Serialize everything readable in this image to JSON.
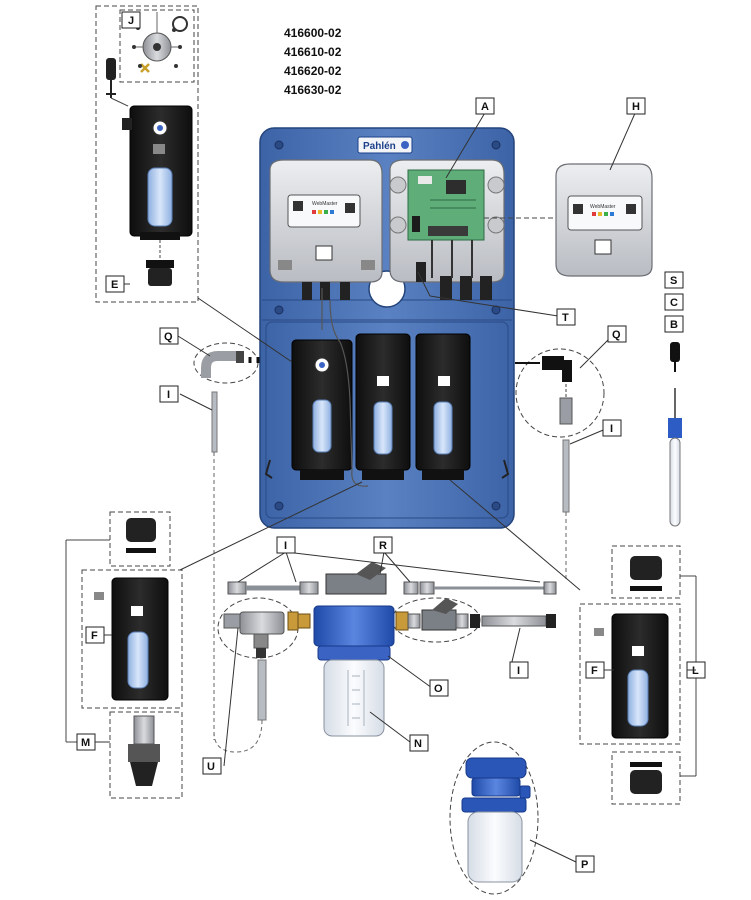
{
  "part_numbers": [
    "416600-02",
    "416610-02",
    "416620-02",
    "416630-02"
  ],
  "brand": "Pahlén",
  "callouts": {
    "A": "A",
    "B": "B",
    "C": "C",
    "E": "E",
    "F": "F",
    "H": "H",
    "I": "I",
    "J": "J",
    "L": "L",
    "M": "M",
    "N": "N",
    "O": "O",
    "P": "P",
    "Q": "Q",
    "R": "R",
    "S": "S",
    "T": "T",
    "U": "U"
  },
  "colors": {
    "panel_blue": "#4f78b8",
    "panel_dark": "#2d4f8f",
    "housing_grey": "#d4d6da",
    "pump_black": "#1a1a1a",
    "pcb_green": "#5fae7a",
    "filter_blue": "#3a63c4",
    "tube_blue": "#a9c4ea",
    "fitting_brass": "#c89a3a"
  }
}
